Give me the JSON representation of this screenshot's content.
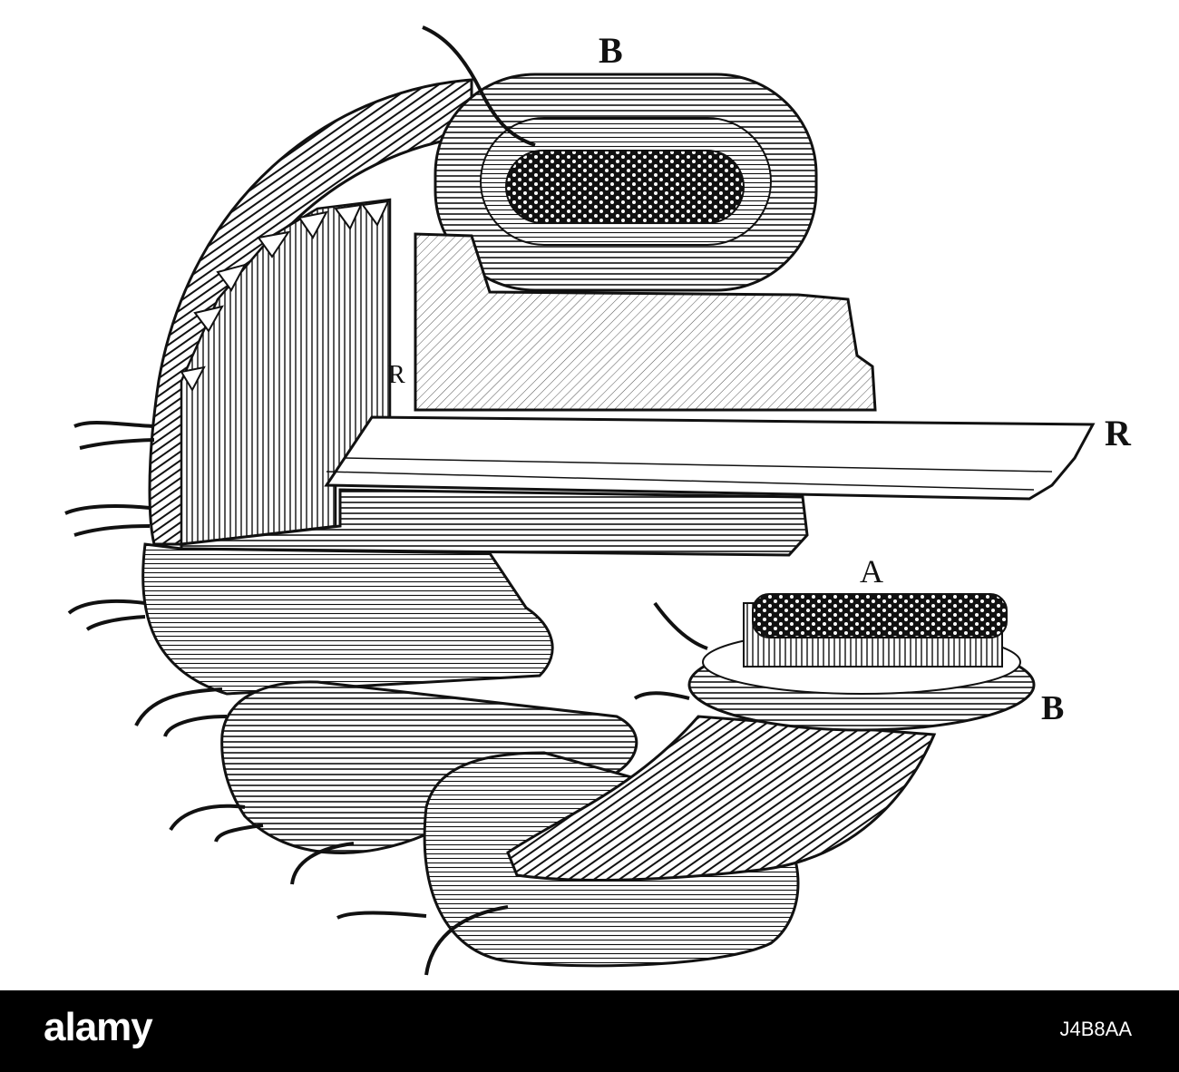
{
  "figure": {
    "labels": {
      "b_top": "B",
      "r_inner": "R",
      "r_right": "R",
      "a": "A",
      "b_right": "B"
    },
    "ink_color": "#111111",
    "paper_color": "#ffffff"
  },
  "footer": {
    "brand": "alamy",
    "image_id": "J4B8AA",
    "background": "#000000"
  }
}
